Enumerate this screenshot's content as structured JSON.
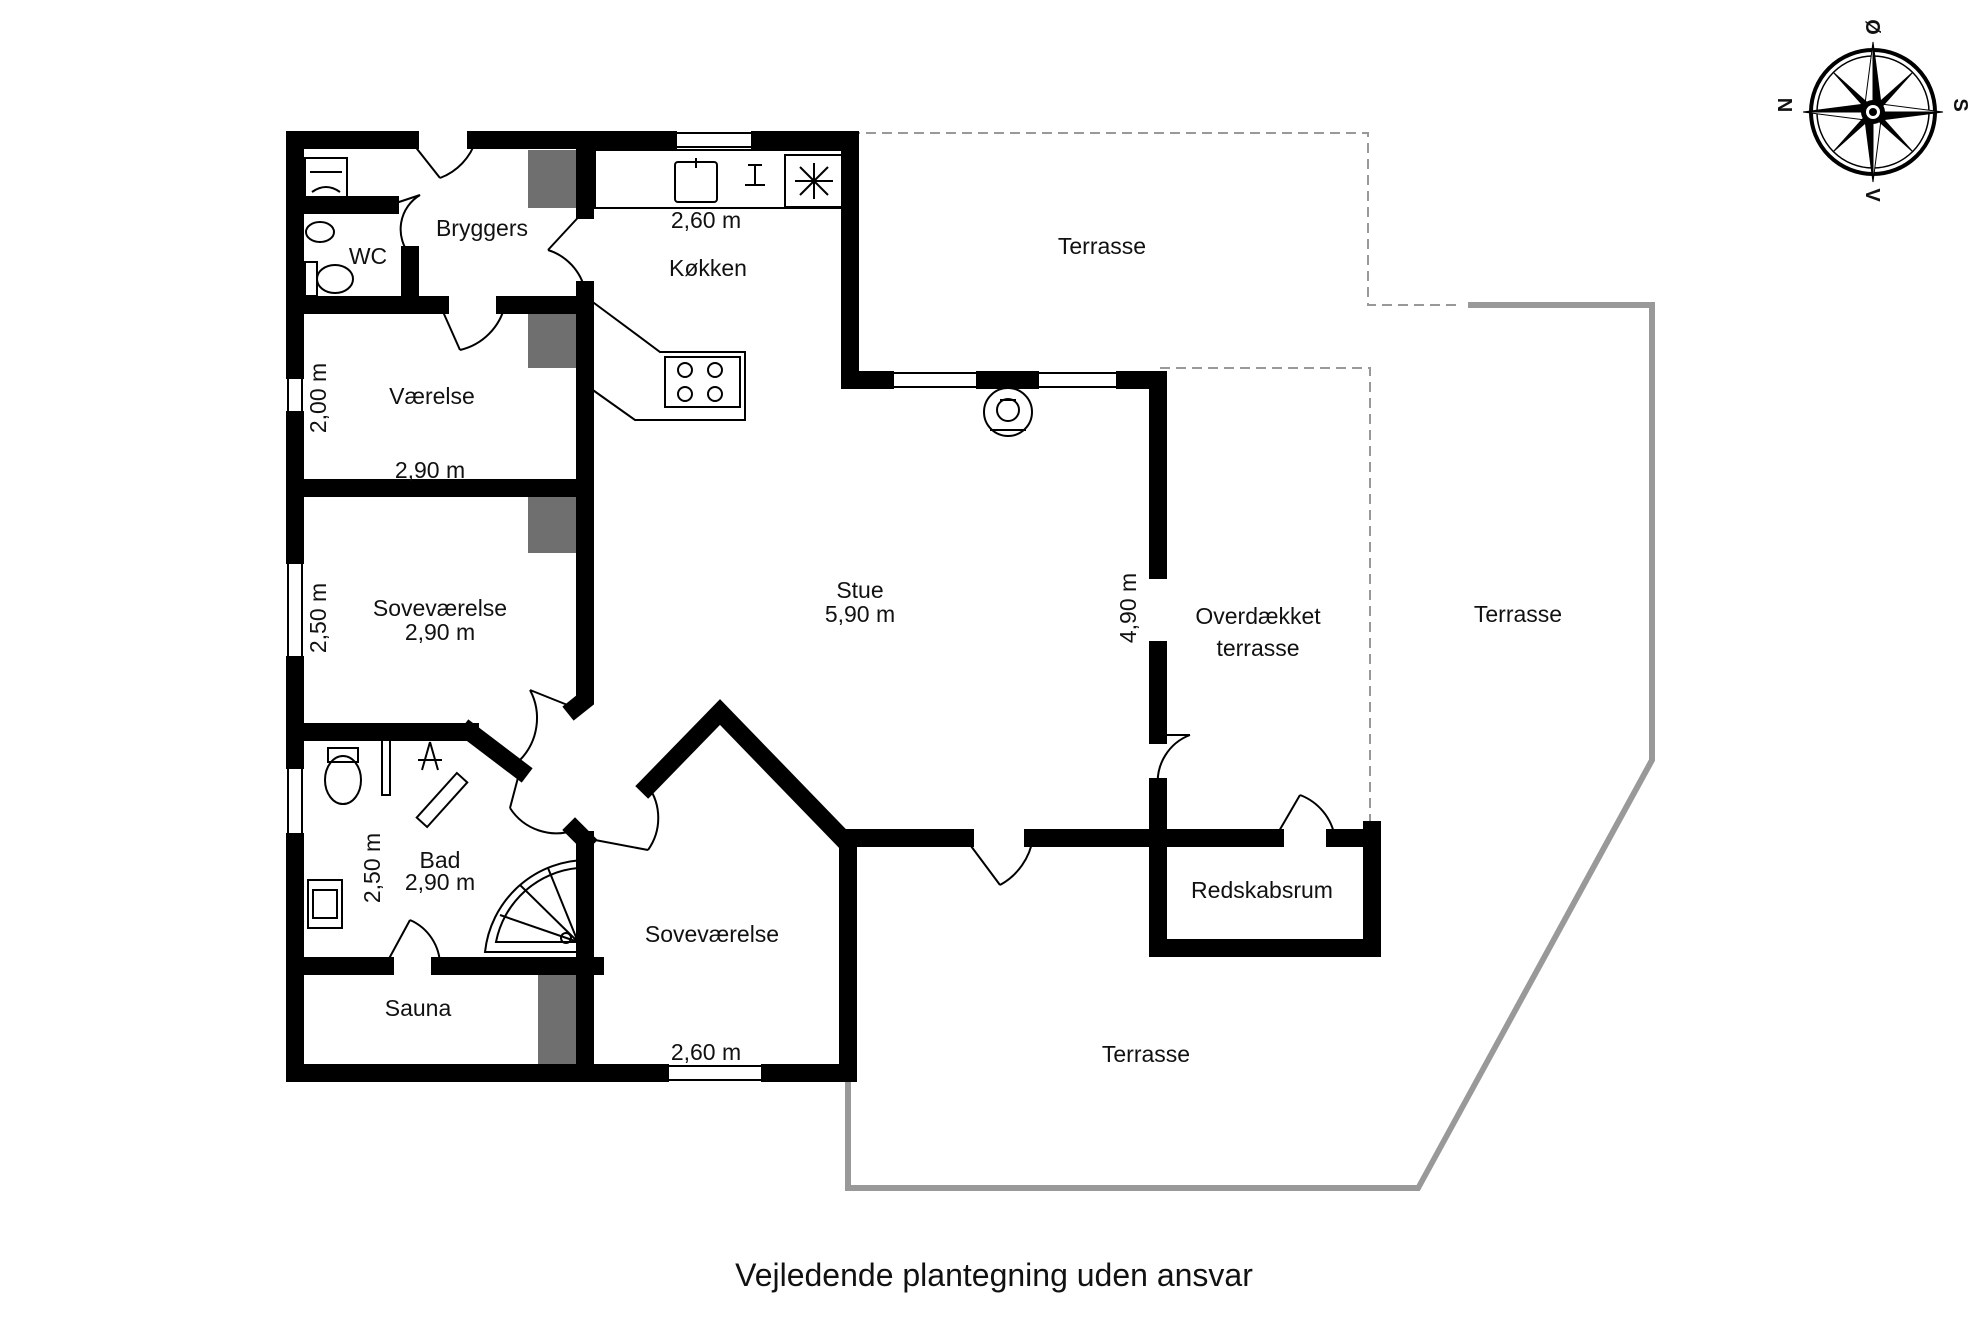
{
  "rooms": {
    "bryggers": "Bryggers",
    "wc": "WC",
    "kokken": "Køkken",
    "vaerelse": "Værelse",
    "sovevaerelse_1": "Soveværelse",
    "sovevaerelse_2": "Soveværelse",
    "stue": "Stue",
    "bad": "Bad",
    "sauna": "Sauna",
    "overdaekket_line1": "Overdækket",
    "overdaekket_line2": "terrasse",
    "redskabsrum": "Redskabsrum",
    "terrasse_top": "Terrasse",
    "terrasse_right": "Terrasse",
    "terrasse_bottom": "Terrasse"
  },
  "dimensions": {
    "kokken_width": "2,60 m",
    "vaerelse_height": "2,00 m",
    "vaerelse_width": "2,90 m",
    "sovevaerelse_1_height": "2,50 m",
    "sovevaerelse_1_width": "2,90 m",
    "stue_width": "5,90 m",
    "stue_height": "4,90 m",
    "bad_height": "2,50 m",
    "bad_width": "2,90 m",
    "sovevaerelse_2_width": "2,60 m"
  },
  "compass": {
    "top": "Ø",
    "left": "N",
    "right": "S",
    "bottom": "V"
  },
  "caption": "Vejledende plantegning uden ansvar"
}
